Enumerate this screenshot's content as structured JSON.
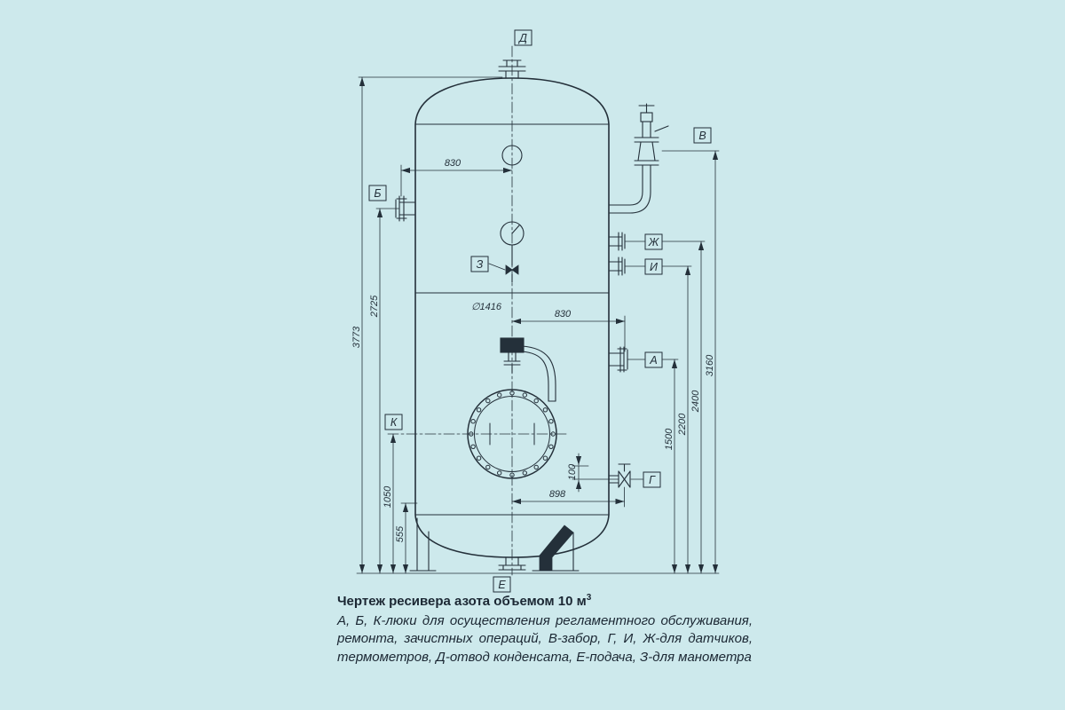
{
  "caption": {
    "title": "Чертеж ресивера азота объемом 10 м",
    "title_exponent": "3",
    "body": "А, Б, К-люки для осуществления регламентного обслуживания, ремонта, зачистных операций, В-забор, Г, И, Ж-для датчиков, термометров, Д-отвод конденсата, Е-подача, З-для манометра"
  },
  "labels": {
    "d": "Д",
    "b": "Б",
    "v": "В",
    "zh": "Ж",
    "i": "И",
    "z": "З",
    "a": "А",
    "k": "К",
    "g": "Г",
    "e": "Е"
  },
  "dims": {
    "top830": "830",
    "dia": "∅1416",
    "mid830": "830",
    "w898": "898",
    "h100": "100",
    "l3773": "3773",
    "l2725": "2725",
    "l1050": "1050",
    "l555": "555",
    "r1500": "1500",
    "r2200": "2200",
    "r2400": "2400",
    "r3160": "3160"
  },
  "colors": {
    "background": "#cde9ec",
    "ink": "#24303a"
  }
}
